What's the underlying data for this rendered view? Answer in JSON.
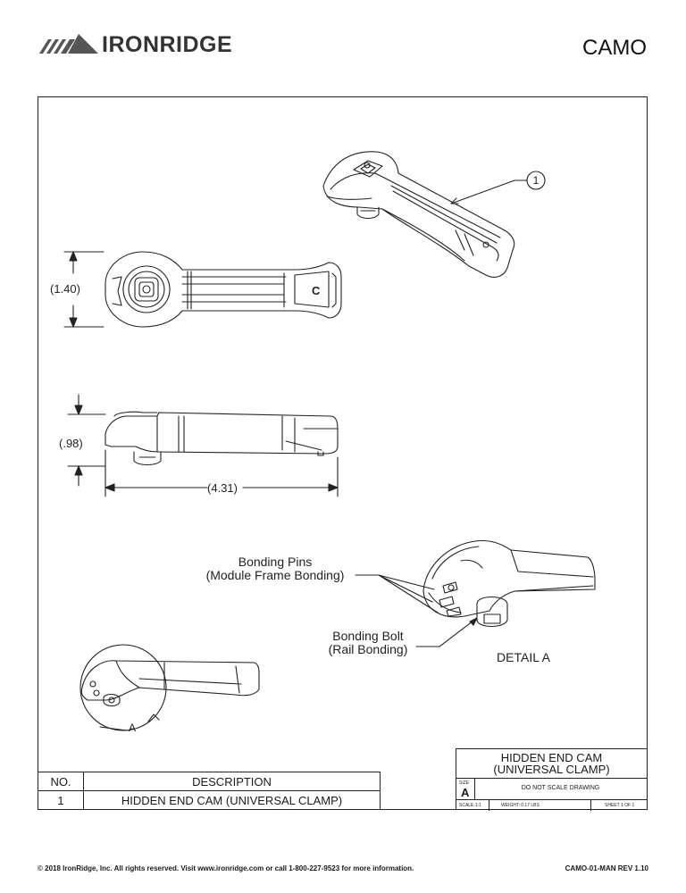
{
  "header": {
    "brand_name": "IRONRIDGE",
    "document_code": "CAMO"
  },
  "drawing": {
    "dimension_width": "1.40",
    "dimension_height": ".98",
    "dimension_length": "4.31",
    "balloon_number": "1",
    "bonding_pins_label": "Bonding Pins\n(Module Frame Bonding)",
    "bonding_bolt_label": "Bonding Bolt\n(Rail Bonding)",
    "detail_label": "DETAIL A",
    "detail_marker": "A",
    "part_letter": "C"
  },
  "parts_list": {
    "headers": [
      "NO.",
      "DESCRIPTION"
    ],
    "rows": [
      {
        "no": "1",
        "description": "HIDDEN END CAM (UNIVERSAL CLAMP)"
      }
    ]
  },
  "title_block": {
    "title": "HIDDEN END CAM\n(UNIVERSAL CLAMP)",
    "size_label": "SIZE",
    "size_value": "A",
    "note": "DO NOT SCALE DRAWING",
    "scale": "SCALE:1:1",
    "weight": "WEIGHT: 0.17 LBS",
    "sheet": "SHEET 1 OF 1"
  },
  "footer": {
    "copyright": "© 2018 IronRidge, Inc. All rights reserved. Visit www.ironridge.com or call 1-800-227-9523 for more information.",
    "revision": "CAMO-01-MAN REV 1.10"
  }
}
